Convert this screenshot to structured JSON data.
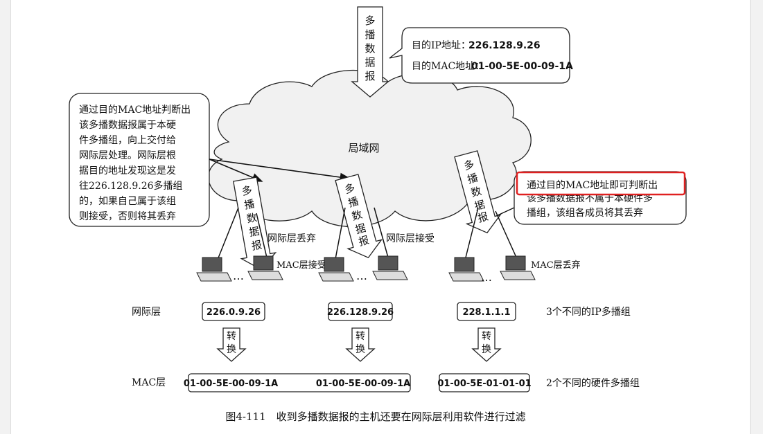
{
  "top_datagram": [
    "多",
    "播",
    "数",
    "据",
    "报"
  ],
  "top_callout": {
    "line1_label": "目的IP地址：",
    "line1_value": "226.128.9.26",
    "line2_label": "目的MAC地址：",
    "line2_value": "01-00-5E-00-09-1A"
  },
  "cloud_label": "局域网",
  "left_callout": [
    "通过目的MAC地址判断出",
    "该多播数据报属于本硬",
    "件多播组，向上交付给",
    "网际层处理。网际层根",
    "据目的地址发现这是发",
    "往226.128.9.26多播组",
    "的，如果自己属于该组",
    "则接受，否则将其丢弃"
  ],
  "right_callout": [
    "通过目的MAC地址即可判断出",
    "该多播数据报不属于本硬件多",
    "播组，该组各成员将其丢弃"
  ],
  "datagram_chars": [
    "多",
    "播",
    "数",
    "据",
    "报"
  ],
  "group_labels": {
    "left": "网际层丢弃",
    "middle": "网际层接受",
    "mac_accept": "MAC层接受",
    "mac_drop": "MAC层丢弃"
  },
  "ellipsis": "…",
  "row_labels": {
    "ip_layer": "网际层",
    "mac_layer": "MAC层"
  },
  "ip_addresses": [
    "226.0.9.26",
    "226.128.9.26",
    "228.1.1.1"
  ],
  "ip_note": "3个不同的IP多播组",
  "convert_label": [
    "转",
    "换"
  ],
  "mac_addresses": [
    "01-00-5E-00-09-1A",
    "01-00-5E-00-09-1A",
    "01-00-5E-01-01-01"
  ],
  "mac_note": "2个不同的硬件多播组",
  "caption": "图4-111　收到多播数据报的主机还要在网际层利用软件进行过滤",
  "highlight_color": "#e02020"
}
